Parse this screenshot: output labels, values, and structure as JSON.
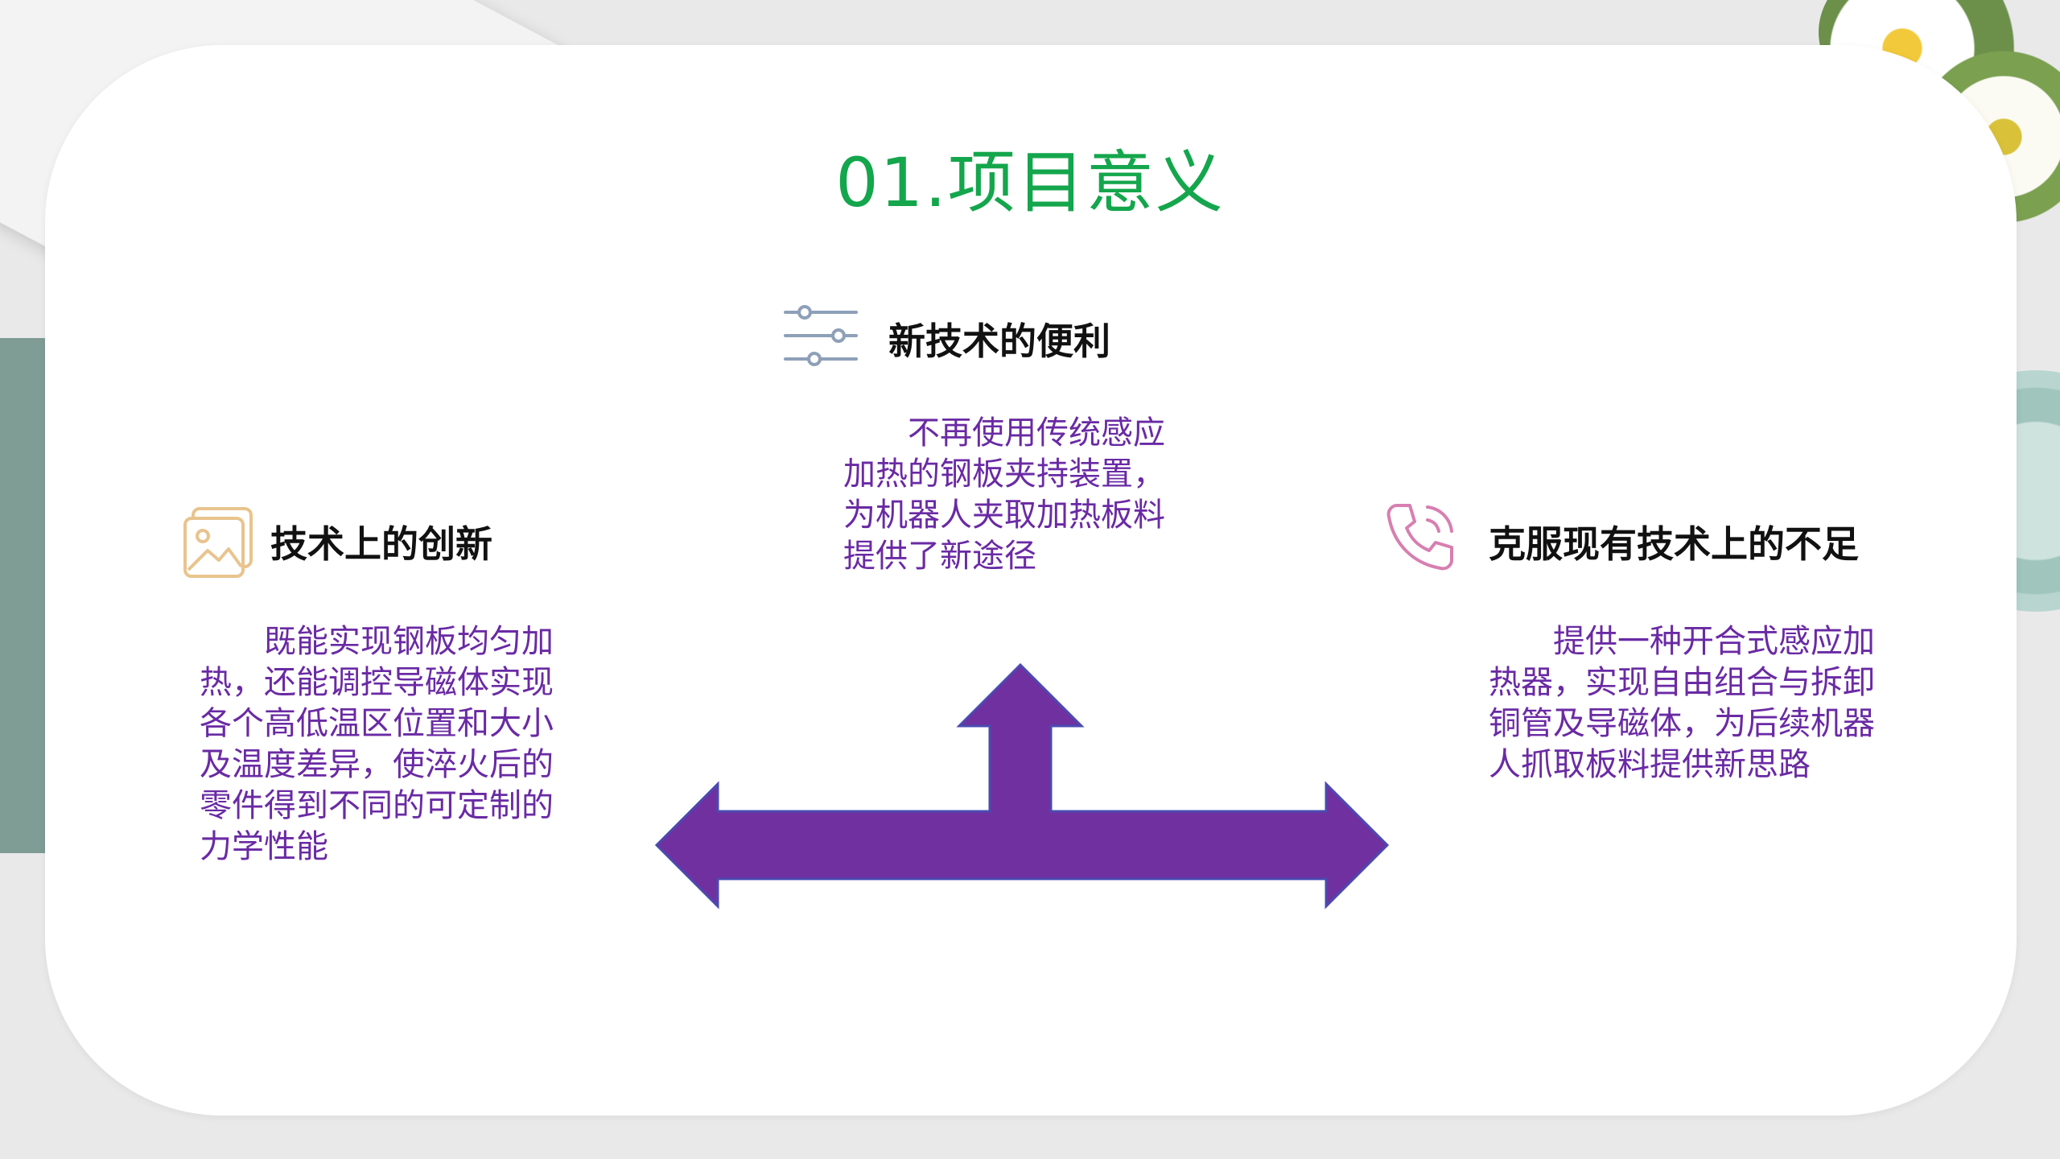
{
  "title": "01.项目意义",
  "sections": {
    "center": {
      "heading": "新技术的便利",
      "body": "不再使用传统感应加热的钢板夹持装置，为机器人夹取加热板料提供了新途径",
      "icon": "sliders-icon"
    },
    "left": {
      "heading": "技术上的创新",
      "body": "既能实现钢板均匀加热，还能调控导磁体实现各个高低温区位置和大小及温度差异，使淬火后的零件得到不同的可定制的力学性能",
      "icon": "image-icon"
    },
    "right": {
      "heading": "克服现有技术上的不足",
      "body": "提供一种开合式感应加热器，实现自由组合与拆卸铜管及导磁体，为后续机器人抓取板料提供新思路",
      "icon": "phone-icon"
    }
  },
  "colors": {
    "title": "#14a64c",
    "body_text": "#6a2aa4",
    "arrow": "#7030a0",
    "icon_sliders": "#8ea0b8",
    "icon_image": "#e8c48e",
    "icon_phone": "#d77fb0"
  }
}
